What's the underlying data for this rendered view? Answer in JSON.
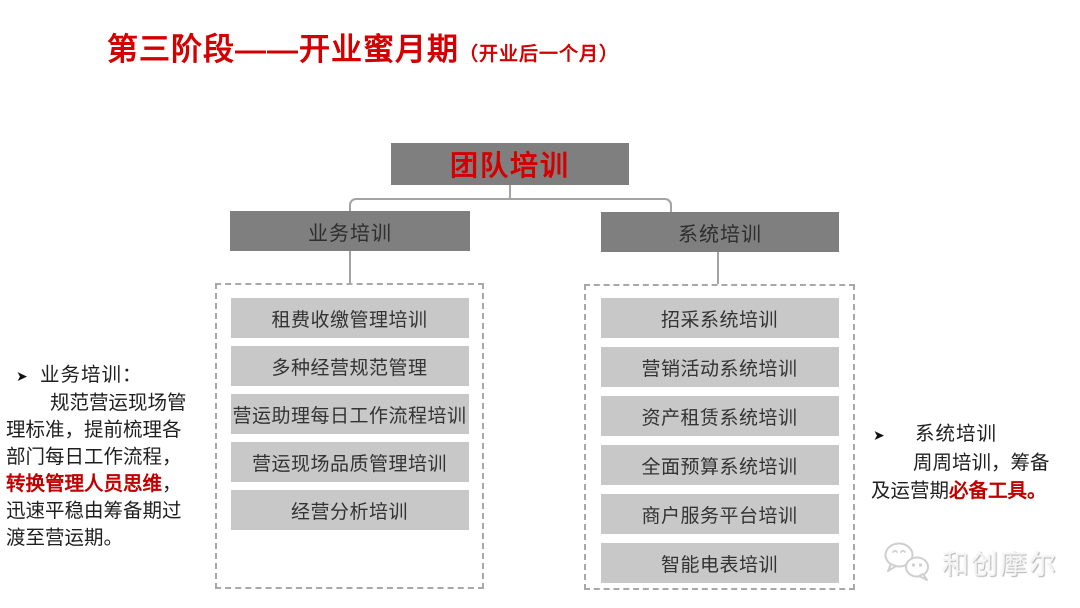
{
  "title": {
    "main": "第三阶段——开业蜜月期",
    "paren": "（开业后一个月）"
  },
  "diagram": {
    "root": "团队培训",
    "branches": [
      {
        "label": "业务培训",
        "items": [
          "租费收缴管理培训",
          "多种经营规范管理",
          "营运助理每日工作流程培训",
          "营运现场品质管理培训",
          "经营分析培训"
        ]
      },
      {
        "label": "系统培训",
        "items": [
          "招采系统培训",
          "营销活动系统培训",
          "资产租赁系统培训",
          "全面预算系统培训",
          "商户服务平台培训",
          "智能电表培训"
        ]
      }
    ]
  },
  "business_note": {
    "bullet": "➤",
    "heading": "业务培训：",
    "lines": [
      {
        "indent": true,
        "segments": [
          {
            "text": "规范营运现场管"
          }
        ]
      },
      {
        "indent": false,
        "segments": [
          {
            "text": "理标准，提前梳理各"
          }
        ]
      },
      {
        "indent": false,
        "segments": [
          {
            "text": "部门每日工作流程，"
          }
        ]
      },
      {
        "indent": false,
        "segments": [
          {
            "text": "转换管理人员思维",
            "red": true
          },
          {
            "text": "，"
          }
        ]
      },
      {
        "indent": false,
        "segments": [
          {
            "text": "迅速平稳由筹备期过"
          }
        ]
      },
      {
        "indent": false,
        "segments": [
          {
            "text": "渡至营运期。"
          }
        ]
      }
    ]
  },
  "system_note": {
    "bullet": "➤",
    "heading": "系统培训",
    "lines": [
      {
        "indent": true,
        "segments": [
          {
            "text": "周周培训，筹备"
          }
        ]
      },
      {
        "indent": false,
        "segments": [
          {
            "text": "及运营期"
          },
          {
            "text": "必备工具。",
            "red": true
          }
        ]
      }
    ]
  },
  "watermark": {
    "text": "和创摩尔",
    "icon": "wechat-bubbles-icon"
  },
  "colors": {
    "title_red": "#d20000",
    "body_red": "#c00000",
    "node_dark_gray": "#7f7f7f",
    "item_light_gray": "#c8c8c8",
    "line_gray": "#a3a3a3",
    "dash_gray": "#a8a8a8"
  }
}
